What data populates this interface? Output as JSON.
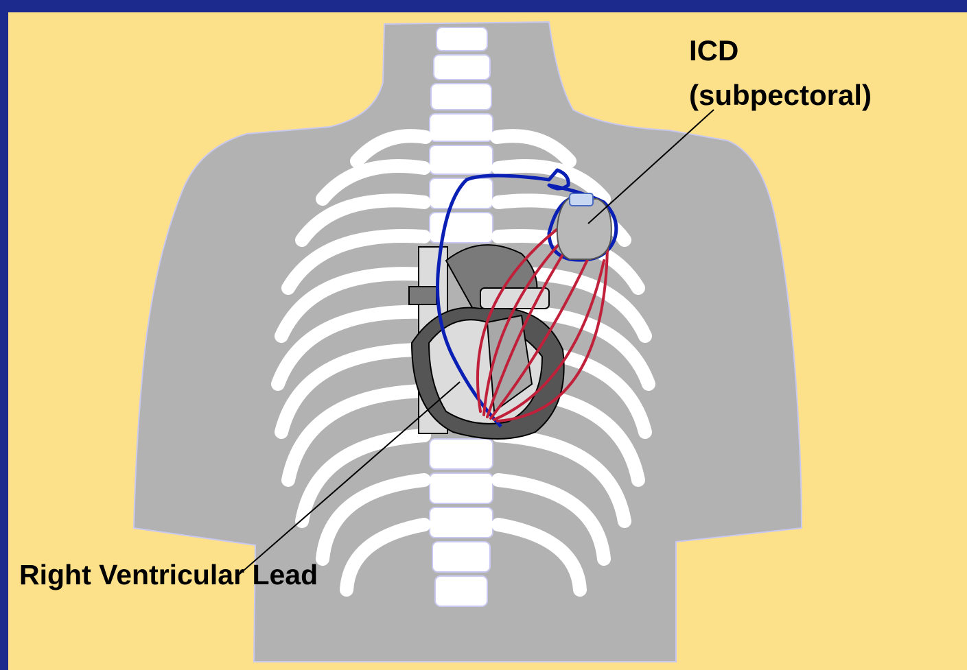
{
  "labels": {
    "icd_title": "ICD",
    "icd_subtitle": "(subpectoral)",
    "rv_lead": "Right Ventricular Lead"
  },
  "colors": {
    "frame": "#1b2a8c",
    "background": "#fde08a",
    "torso": "#b2b2b2",
    "bone": "#ffffff",
    "lead_blue": "#0a1fb4",
    "lead_red": "#c0203a"
  }
}
